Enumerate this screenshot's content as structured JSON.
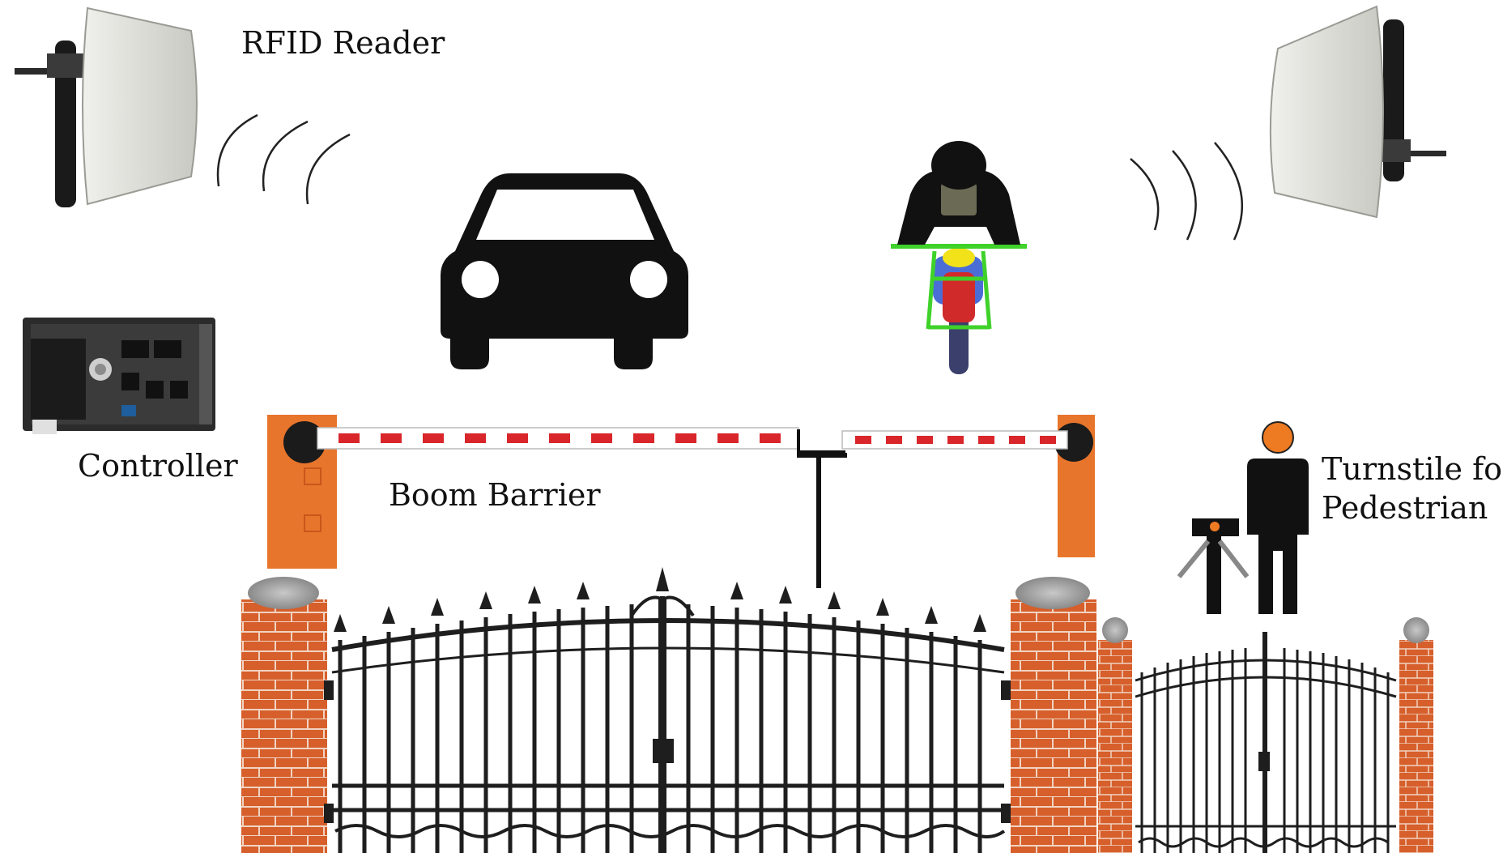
{
  "labels": {
    "rfid_reader": "RFID Reader",
    "controller": "Controller",
    "boom_barrier": "Boom Barrier",
    "turnstile_line1": "Turnstile for",
    "turnstile_line2": "Pedestrian"
  },
  "colors": {
    "barrier_orange": "#e8752c",
    "barrier_stripe": "#d9262b",
    "brick": "#d65f2b",
    "gate_iron": "#1e1e1e",
    "person_head": "#ee7a22",
    "reader_panel": "#d8d8d2",
    "motorcycle_frame": "#3fd22a",
    "motorcycle_tank": "#f2e21a"
  }
}
